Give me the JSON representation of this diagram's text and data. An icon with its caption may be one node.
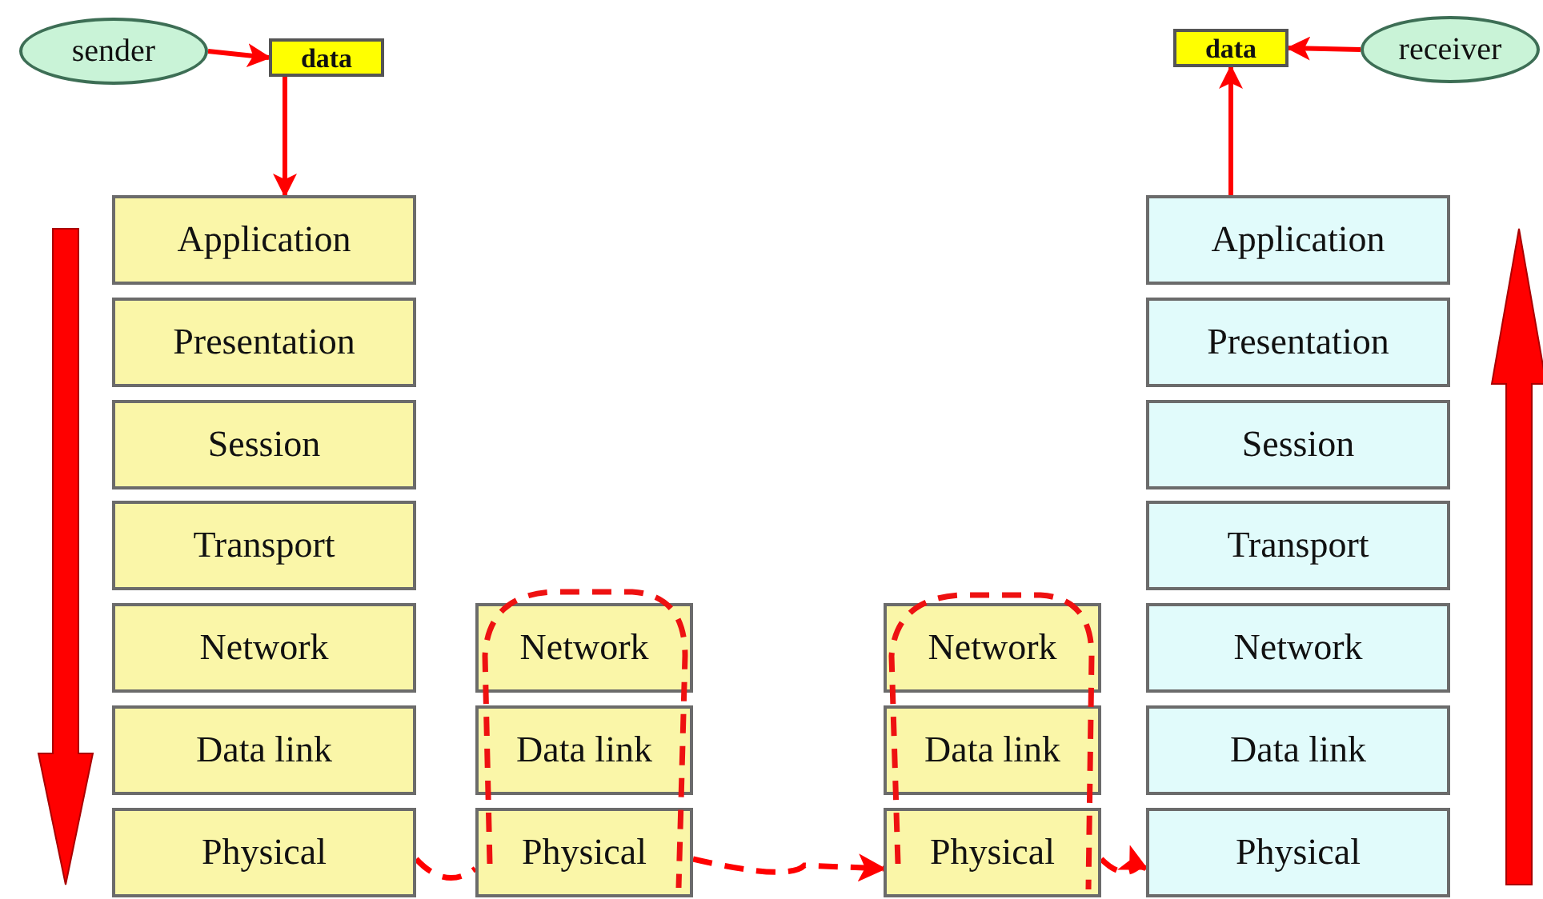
{
  "diagram": {
    "nodes": [
      {
        "text": [
          "sender"
        ]
      },
      {
        "text": [
          "data"
        ]
      },
      {
        "text": [
          "data"
        ]
      },
      {
        "text": [
          "receiver"
        ]
      },
      {
        "text": [
          "Application"
        ]
      },
      {
        "text": [
          "Presentation"
        ]
      },
      {
        "text": [
          "Session"
        ]
      },
      {
        "text": [
          "Transport"
        ]
      },
      {
        "text": [
          "Network"
        ]
      },
      {
        "text": [
          "Data link"
        ]
      },
      {
        "text": [
          "Physical"
        ]
      },
      {
        "text": [
          "Network"
        ]
      },
      {
        "text": [
          "Data link"
        ]
      },
      {
        "text": [
          "Physical"
        ]
      },
      {
        "text": [
          "Network"
        ]
      },
      {
        "text": [
          "Data link"
        ]
      },
      {
        "text": [
          "Physical"
        ]
      },
      {
        "text": [
          "Application"
        ]
      },
      {
        "text": [
          "Presentation"
        ]
      },
      {
        "text": [
          "Session"
        ]
      },
      {
        "text": [
          "Transport"
        ]
      },
      {
        "text": [
          "Network"
        ]
      },
      {
        "text": [
          "Data link"
        ]
      },
      {
        "text": [
          "Physical"
        ]
      }
    ],
    "edges": [
      {
        "from": 0,
        "to": 1,
        "arrow": "to"
      },
      {
        "from": 1,
        "to": 4,
        "arrow": "to"
      },
      {
        "from": 17,
        "to": 2,
        "arrow": "to"
      },
      {
        "from": 3,
        "to": 2,
        "arrow": "to"
      },
      {
        "from": 10,
        "to": 13,
        "arrow": "none",
        "style": "dashed"
      },
      {
        "from": 13,
        "to": 16,
        "arrow": "to",
        "style": "dashed"
      },
      {
        "from": 16,
        "to": 23,
        "arrow": "to",
        "style": "dashed"
      },
      {
        "from": 4,
        "to": 10,
        "arrow": "to",
        "style": "thick"
      },
      {
        "from": 23,
        "to": 17,
        "arrow": "to",
        "style": "thick"
      }
    ]
  }
}
